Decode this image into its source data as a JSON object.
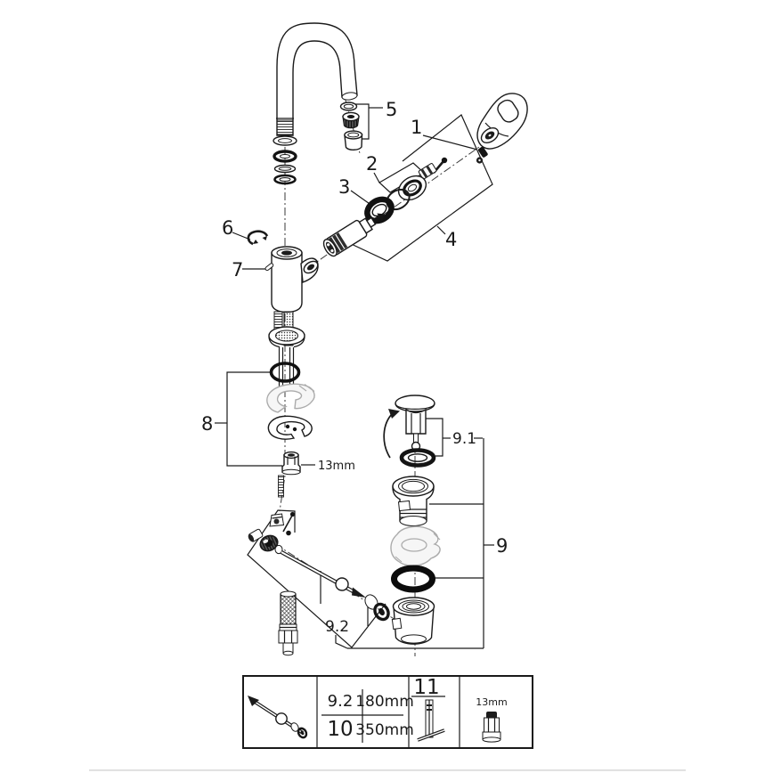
{
  "diagram": {
    "labels": {
      "part1": "1",
      "part2": "2",
      "part3": "3",
      "part4": "4",
      "part5": "5",
      "part6": "6",
      "part7": "7",
      "part8": "8",
      "part9": "9",
      "part9_1": "9.1",
      "part9_2": "9.2"
    },
    "notes": {
      "wrench_size": "13mm"
    }
  },
  "legend": {
    "rows": [
      {
        "part": "9.2",
        "length": "180mm"
      },
      {
        "part": "10",
        "length": "350mm"
      }
    ],
    "tool_part": "11",
    "socket_size": "13mm"
  }
}
